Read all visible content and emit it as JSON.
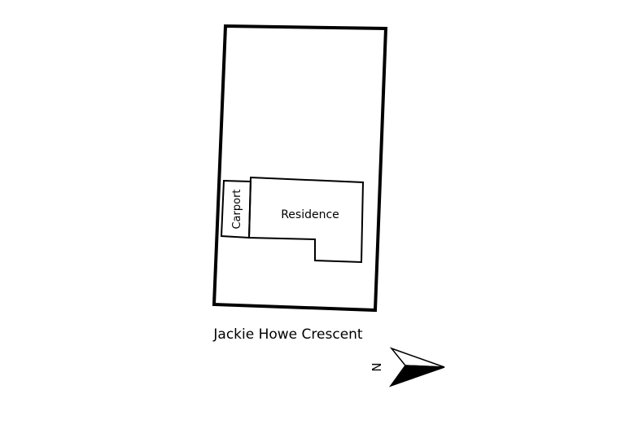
{
  "diagram": {
    "type": "site-plan",
    "lot": {
      "label": "",
      "stroke": "#000000"
    },
    "buildings": [
      {
        "id": "residence",
        "label": "Residence"
      },
      {
        "id": "carport",
        "label": "Carport"
      }
    ],
    "street": {
      "label": "Jackie Howe Crescent"
    },
    "north_arrow": {
      "label": "N",
      "fill": "#000000"
    }
  }
}
